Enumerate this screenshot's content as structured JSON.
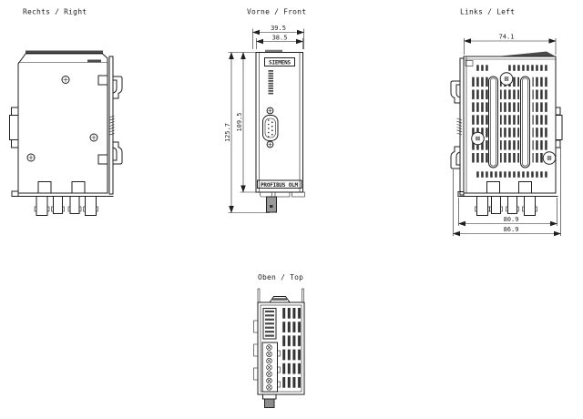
{
  "views": {
    "right": {
      "label": "Rechts / Right"
    },
    "front": {
      "label": "Vorne / Front",
      "brand": "SIEMENS",
      "product": "PROFIBUS OLM",
      "dims": {
        "width_outer": "39.5",
        "width_inner": "38.5",
        "height_total": "125.7",
        "height_body": "109.5"
      }
    },
    "left": {
      "label": "Links / Left",
      "dims": {
        "width_top": "74.1",
        "width_bottom_inner": "80.9",
        "width_bottom_outer": "86.9"
      }
    },
    "top": {
      "label": "Oben / Top"
    }
  },
  "colors": {
    "line": "#1f1f1f",
    "dark_fill": "#4a4a4a",
    "mid_gray": "#8c8c8c",
    "background": "#ffffff"
  }
}
